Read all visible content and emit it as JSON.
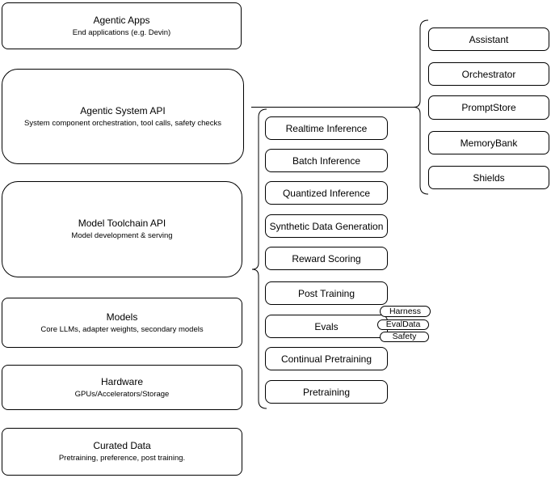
{
  "left_stack": [
    {
      "title": "Agentic Apps",
      "subtitle": "End applications (e.g. Devin)"
    },
    {
      "title": "Agentic System API",
      "subtitle": "System component orchestration, tool calls, safety checks"
    },
    {
      "title": "Model Toolchain API",
      "subtitle": "Model development & serving"
    },
    {
      "title": "Models",
      "subtitle": "Core LLMs, adapter weights, secondary models"
    },
    {
      "title": "Hardware",
      "subtitle": "GPUs/Accelerators/Storage"
    },
    {
      "title": "Curated Data",
      "subtitle": "Pretraining, preference, post training."
    }
  ],
  "toolchain": {
    "items": [
      "Realtime Inference",
      "Batch Inference",
      "Quantized Inference",
      "Synthetic Data Generation",
      "Reward Scoring",
      "Post Training",
      "Evals",
      "Continual Pretraining",
      "Pretraining"
    ]
  },
  "evals": {
    "badges": [
      "Harness",
      "EvalData",
      "Safety"
    ]
  },
  "system": {
    "items": [
      "Assistant",
      "Orchestrator",
      "PromptStore",
      "MemoryBank",
      "Shields"
    ]
  },
  "colors": {
    "stroke": "#000000",
    "canvas_background": "#ffffff",
    "text": "#000000"
  }
}
